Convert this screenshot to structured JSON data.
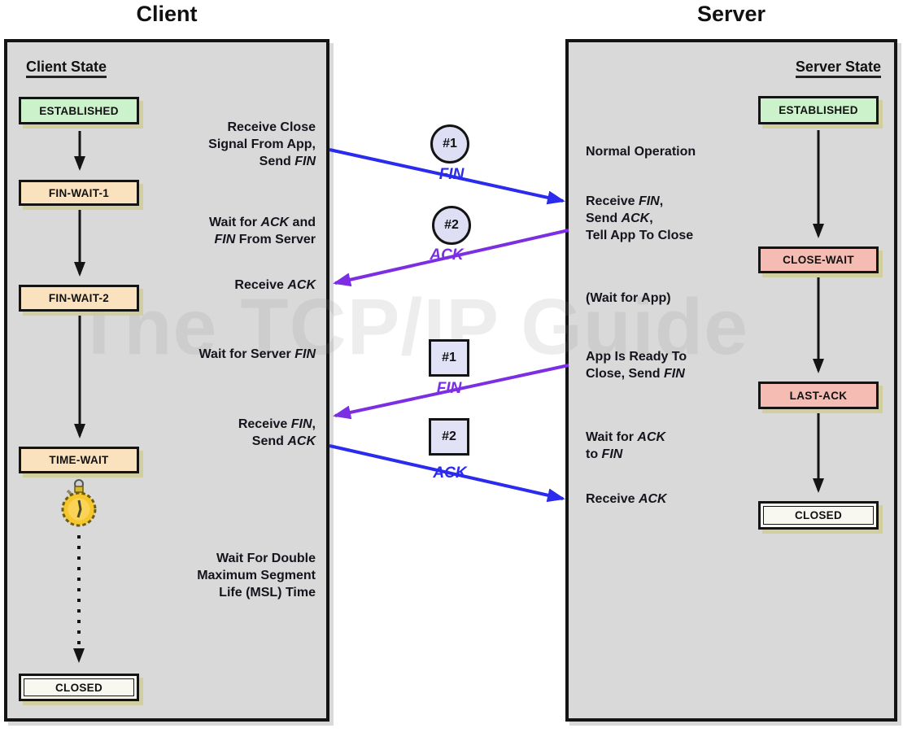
{
  "titles": {
    "client": "Client",
    "server": "Server"
  },
  "watermark": "The TCP/IP Guide",
  "client_panel": {
    "header": "Client State",
    "states": [
      {
        "label": "ESTABLISHED"
      },
      {
        "label": "FIN-WAIT-1"
      },
      {
        "label": "FIN-WAIT-2"
      },
      {
        "label": "TIME-WAIT"
      },
      {
        "label": "CLOSED"
      }
    ],
    "annotations": [
      {
        "lines": [
          "Receive Close",
          "Signal From App,",
          "Send *FIN*"
        ]
      },
      {
        "lines": [
          "Wait for *ACK* and",
          "*FIN* From Server"
        ]
      },
      {
        "lines": [
          "Receive *ACK*"
        ]
      },
      {
        "lines": [
          "Wait for Server *FIN*"
        ]
      },
      {
        "lines": [
          "Receive *FIN*,",
          "Send *ACK*"
        ]
      },
      {
        "lines": [
          "Wait For Double",
          "Maximum Segment",
          "Life (MSL) Time"
        ]
      }
    ]
  },
  "server_panel": {
    "header": "Server State",
    "states": [
      {
        "label": "ESTABLISHED"
      },
      {
        "label": "CLOSE-WAIT"
      },
      {
        "label": "LAST-ACK"
      },
      {
        "label": "CLOSED"
      }
    ],
    "annotations": [
      {
        "lines": [
          "Normal Operation"
        ]
      },
      {
        "lines": [
          "Receive *FIN*,",
          "Send *ACK*,",
          "Tell App To Close"
        ]
      },
      {
        "lines": [
          "(Wait for App)"
        ]
      },
      {
        "lines": [
          "App Is Ready To",
          "Close, Send *FIN*"
        ]
      },
      {
        "lines": [
          "Wait for *ACK*",
          "to *FIN*"
        ]
      },
      {
        "lines": [
          "Receive *ACK*"
        ]
      }
    ]
  },
  "messages": [
    {
      "badge": "#1",
      "shape": "circle",
      "label": "FIN",
      "direction": "client-to-server",
      "color": "#2b2bee"
    },
    {
      "badge": "#2",
      "shape": "circle",
      "label": "ACK",
      "direction": "server-to-client",
      "color": "#7c2fe2"
    },
    {
      "badge": "#1",
      "shape": "square",
      "label": "FIN",
      "direction": "server-to-client",
      "color": "#7c2fe2"
    },
    {
      "badge": "#2",
      "shape": "square",
      "label": "ACK",
      "direction": "client-to-server",
      "color": "#2b2bee"
    }
  ],
  "colors": {
    "panel_bg": "#d9d9d9",
    "state_established": "#ccf2cb",
    "state_wait_client": "#f9e2bd",
    "state_wait_server": "#f5bcb3",
    "state_closed": "#f8f8f0",
    "shadow": "#cdcb8c",
    "arrow_blue": "#2b2bee",
    "arrow_purple": "#7c2fe2",
    "arrow_black": "#141414",
    "badge_fill": "#dedef5"
  }
}
